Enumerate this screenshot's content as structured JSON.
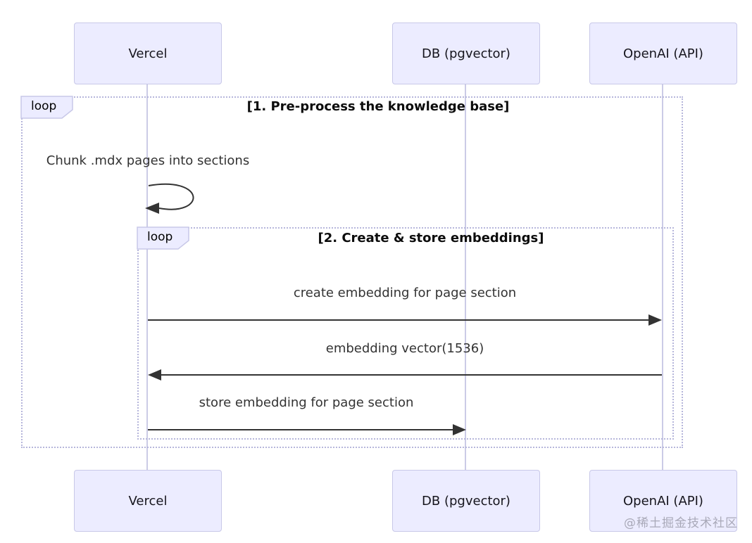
{
  "diagram": {
    "type": "sequence",
    "actors": [
      {
        "label": "Vercel"
      },
      {
        "label": "DB (pgvector)"
      },
      {
        "label": "OpenAI (API)"
      }
    ],
    "loops": [
      {
        "keyword": "loop",
        "title": "[1. Pre-process the knowledge base]"
      },
      {
        "keyword": "loop",
        "title": "[2. Create & store embeddings]"
      }
    ],
    "messages": [
      {
        "text": "Chunk .mdx pages into sections",
        "from": "Vercel",
        "to": "Vercel",
        "arrow": "self"
      },
      {
        "text": "create embedding for page section",
        "from": "Vercel",
        "to": "OpenAI (API)",
        "arrow": "solid-right"
      },
      {
        "text": "embedding vector(1536)",
        "from": "OpenAI (API)",
        "to": "Vercel",
        "arrow": "solid-left"
      },
      {
        "text": "store embedding for page section",
        "from": "Vercel",
        "to": "DB (pgvector)",
        "arrow": "solid-right"
      }
    ],
    "watermark": "@稀土掘金技术社区",
    "colors": {
      "actor_fill": "#ECECFF",
      "actor_border": "#C8C8E8",
      "lifeline": "#CBCBE6",
      "loop_border": "#B6B6DB",
      "arrow": "#333333",
      "message_text": "#333333",
      "loop_title_text": "#0C0C0C",
      "watermark_text": "#9E9EAC"
    }
  }
}
